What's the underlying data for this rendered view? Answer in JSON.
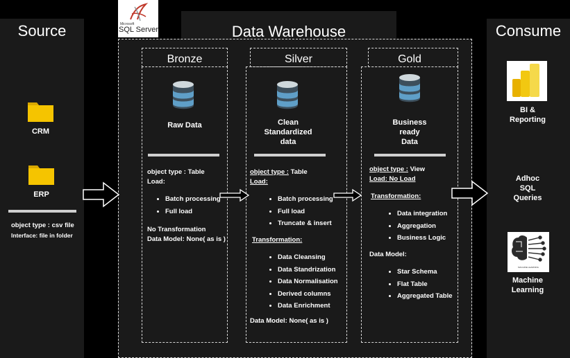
{
  "source": {
    "title": "Source",
    "items": [
      {
        "label": "CRM",
        "icon": "folder-icon"
      },
      {
        "label": "ERP",
        "icon": "folder-icon"
      }
    ],
    "info": [
      "object type : csv file",
      "Interface: file in folder"
    ]
  },
  "warehouse": {
    "title": "Data Warehouse",
    "logo_small": "Microsoft",
    "logo_text": "SQL Server",
    "layers": {
      "bronze": {
        "title": "Bronze",
        "caption": "Raw Data",
        "object_type": "object type : Table",
        "load_label": "Load:",
        "load_items": [
          "Batch processing",
          "Full load"
        ],
        "transformation_note": "No Transformation",
        "data_model": "Data Model: None( as is )"
      },
      "silver": {
        "title": "Silver",
        "caption_lines": [
          "Clean",
          "Standardized",
          "data"
        ],
        "object_type_label": "object type :",
        "object_type_value": " Table",
        "load_label": "Load:",
        "load_items": [
          "Batch processing",
          "Full load",
          "Truncate & insert"
        ],
        "transformation_label": "Transformation:",
        "transformation_items": [
          "Data Cleansing",
          "Data Standrization",
          "Data Normalisation",
          "Derived columns",
          "Data Enrichment"
        ],
        "data_model": "Data Model: None( as is )"
      },
      "gold": {
        "title": "Gold",
        "caption_lines": [
          "Business",
          "ready",
          "Data"
        ],
        "object_type_label": "object type :",
        "object_type_value": " View",
        "load_label": "Load:",
        "load_value": " No Load",
        "transformation_label": "Transformation:",
        "transformation_items": [
          "Data integration",
          "Aggregation",
          "Business Logic"
        ],
        "data_model_label": "Data Model:",
        "data_model_items": [
          "Star Schema",
          "Flat Table",
          "Aggregated Table"
        ]
      }
    }
  },
  "consume": {
    "title": "Consume",
    "items": [
      {
        "label_lines": [
          "BI &",
          "Reporting"
        ],
        "icon": "power-bi-icon"
      },
      {
        "label_lines": [
          "Adhoc",
          "SQL",
          "Queries"
        ]
      },
      {
        "label_lines": [
          "Machine",
          "Learning"
        ],
        "icon": "machine-learning-icon",
        "icon_caption": "MACHINE LEARNING"
      }
    ]
  },
  "colors": {
    "background": "#000000",
    "panel": "#1a1a1a",
    "folder": "#f5c400",
    "powerbi": "#f2c811",
    "db_top": "#cfd8dc",
    "db_band": "#5f9fc8"
  }
}
